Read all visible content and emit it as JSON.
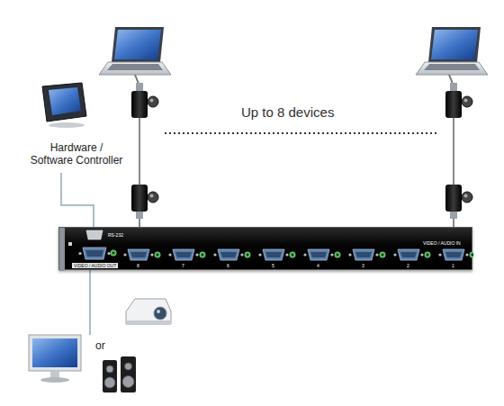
{
  "diagram": {
    "nodes": [
      {
        "text": [
          "RS-232",
          "VIDEO / AUDIO OUT",
          "8",
          "7",
          "6",
          "5",
          "4",
          "3",
          "2",
          "1",
          "VIDEO / AUDIO IN"
        ]
      }
    ],
    "labels": [
      "Up to 8 devices",
      "Hardware / Software Controller",
      "or"
    ]
  }
}
